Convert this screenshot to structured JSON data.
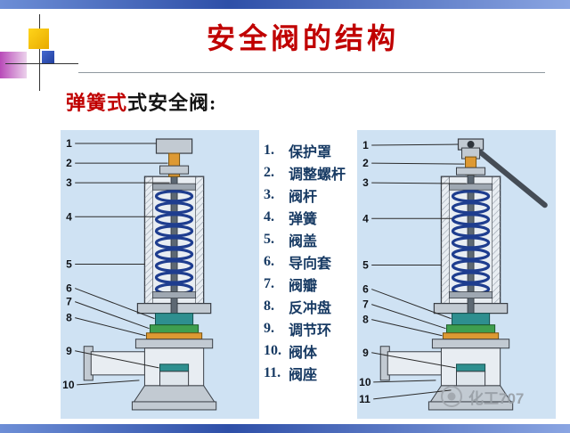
{
  "slide": {
    "title": "安全阀的结构",
    "subtitle": {
      "red": "弹簧式",
      "dark": "式安全阀:"
    },
    "watermark_text": "化工707"
  },
  "legend": {
    "items": [
      {
        "num": "1.",
        "label": "保护罩"
      },
      {
        "num": "2.",
        "label": "调整螺杆"
      },
      {
        "num": "3.",
        "label": "阀杆"
      },
      {
        "num": "4.",
        "label": "弹簧"
      },
      {
        "num": "5.",
        "label": "阀盖"
      },
      {
        "num": "6.",
        "label": "导向套"
      },
      {
        "num": "7.",
        "label": "阀瓣"
      },
      {
        "num": "8.",
        "label": "反冲盘"
      },
      {
        "num": "9.",
        "label": "调节环"
      },
      {
        "num": "10.",
        "label": "阀体"
      },
      {
        "num": "11.",
        "label": "阀座"
      }
    ]
  },
  "diagrams": {
    "left": {
      "callouts": [
        "1",
        "2",
        "3",
        "4",
        "5",
        "6",
        "7",
        "8",
        "9",
        "10"
      ]
    },
    "right": {
      "callouts": [
        "1",
        "2",
        "3",
        "4",
        "5",
        "6",
        "7",
        "8",
        "9",
        "10",
        "11"
      ]
    }
  },
  "colors": {
    "title_red": "#c00000",
    "panel_blue": "#cfe2f3",
    "bar_blue": "#2e4fa8",
    "legend_navy": "#173a63",
    "spring_blue": "#1e3d8f",
    "metal_gray": "#c2cad2",
    "brass_orange": "#dd9933",
    "teal": "#2e8f8f",
    "green": "#3f9f4f"
  }
}
